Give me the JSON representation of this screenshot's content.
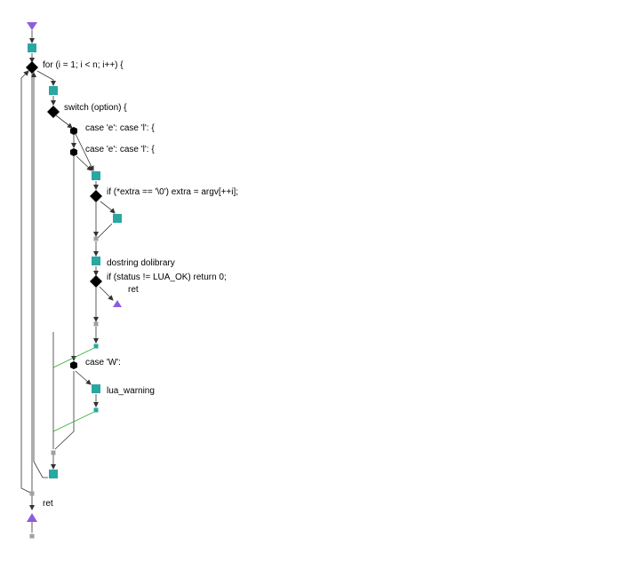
{
  "colors": {
    "block": "#2aa7a1",
    "decision": "#000000",
    "terminal": "#8c5ce0",
    "join": "#a0a0a0",
    "edge": "#333333",
    "exit_edge": "#33aa33"
  },
  "labels": {
    "for_loop": "for (i = 1; i < n; i++) {",
    "switch": "switch (option) {",
    "case_e_l_1": "case 'e':  case 'l': {",
    "case_e_l_2": "case 'e':  case 'l': {",
    "if_extra": "if (*extra == '\\0') extra = argv[++i];",
    "dostring": "dostring  dolibrary",
    "if_status": "if (status != LUA_OK) return 0;",
    "ret_inner": "ret",
    "case_w": "case 'W':",
    "lua_warning": "lua_warning",
    "ret_final": "ret"
  }
}
